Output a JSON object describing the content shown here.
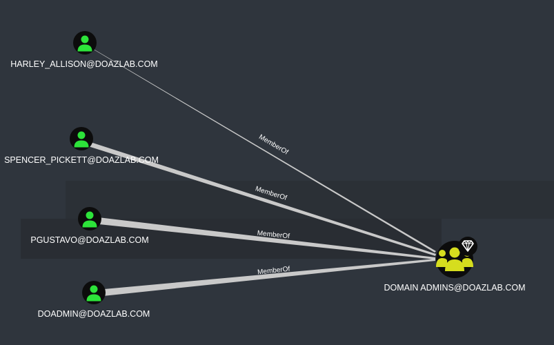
{
  "graph": {
    "edge_label": "MemberOf",
    "target": {
      "label": "DOMAIN ADMINS@DOAZLAB.COM",
      "type": "group",
      "icon": "group-icon",
      "badge_icon": "diamond-icon",
      "color": "#d6dd1e"
    },
    "users": [
      {
        "label": "HARLEY_ALLISON@DOAZLAB.COM",
        "type": "user",
        "icon": "user-icon",
        "color": "#2de33a"
      },
      {
        "label": "SPENCER_PICKETT@DOAZLAB.COM",
        "type": "user",
        "icon": "user-icon",
        "color": "#2de33a"
      },
      {
        "label": "PGUSTAVO@DOAZLAB.COM",
        "type": "user",
        "icon": "user-icon",
        "color": "#2de33a"
      },
      {
        "label": "DOADMIN@DOAZLAB.COM",
        "type": "user",
        "icon": "user-icon",
        "color": "#2de33a"
      }
    ],
    "colors": {
      "background": "#2f353d",
      "edge": "#c9c9c9",
      "node_fill": "#0c0c0c",
      "label": "#ffffff"
    }
  }
}
